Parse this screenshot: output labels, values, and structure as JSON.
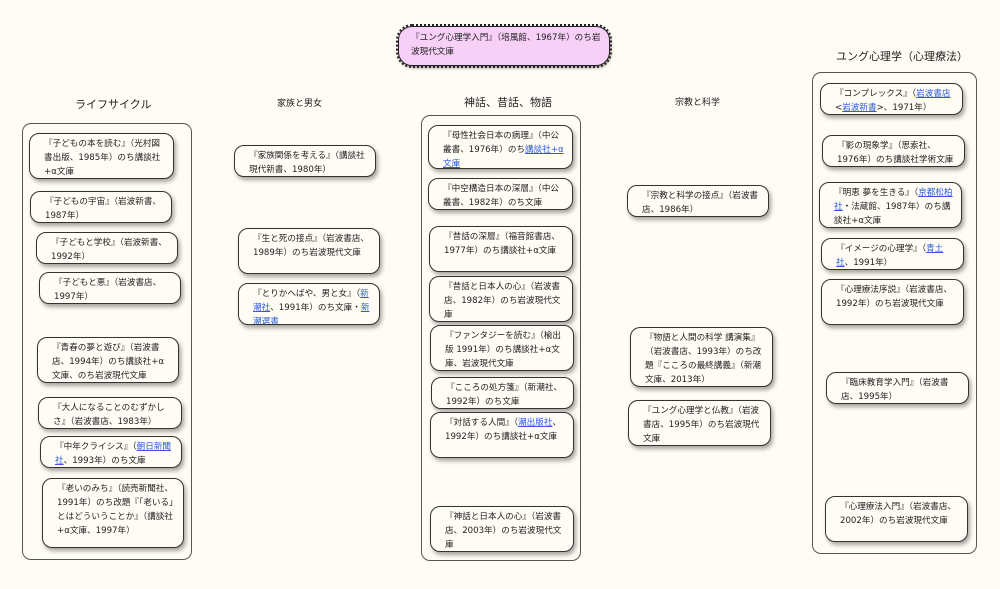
{
  "root": {
    "segments": [
      {
        "text": "『ユング心理学入門』（"
      },
      {
        "text": "培風館",
        "link": true
      },
      {
        "text": "、1967年）のち"
      },
      {
        "text": "岩波現代文庫",
        "link": true
      }
    ]
  },
  "categories": [
    {
      "title": "ライフサイクル",
      "nodes": [
        {
          "segments": [
            {
              "text": "『子どもの本を読む』（光村図書出版、1985年）のち講談社+α文庫"
            }
          ]
        },
        {
          "segments": [
            {
              "text": "『子どもの宇宙』（岩波新書、1987年）"
            }
          ]
        },
        {
          "segments": [
            {
              "text": "『子どもと学校』（岩波新書、1992年）"
            }
          ]
        },
        {
          "segments": [
            {
              "text": "『子どもと悪』（岩波書店、1997年）"
            }
          ]
        },
        {
          "segments": [
            {
              "text": "『青春の夢と遊び』（岩波書店、1994年）のち講談社+α文庫、のち岩波現代文庫"
            }
          ]
        },
        {
          "segments": [
            {
              "text": "『大人になることのむずかしさ』（岩波書店、1983年）"
            }
          ]
        },
        {
          "segments": [
            {
              "text": "『中年クライシス』（"
            },
            {
              "text": "朝日新聞社",
              "link": true
            },
            {
              "text": "、1993年）のち文庫"
            }
          ]
        },
        {
          "segments": [
            {
              "text": "『老いのみち』（読売新聞社、1991年）のち改題『「老いる」とはどういうことか』（講談社+α文庫、1997年）"
            }
          ]
        }
      ]
    },
    {
      "title": "家族と男女",
      "nodes": [
        {
          "segments": [
            {
              "text": "『家族関係を考える』（講談社現代新書、1980年）"
            }
          ]
        },
        {
          "segments": [
            {
              "text": "『生と死の接点』（岩波書店、1989年）のち岩波現代文庫"
            }
          ]
        },
        {
          "segments": [
            {
              "text": "『とりかへばや、男と女』（"
            },
            {
              "text": "新潮社",
              "link": true
            },
            {
              "text": "、1991年）のち文庫・"
            },
            {
              "text": "新潮選書",
              "link": true
            }
          ]
        }
      ]
    },
    {
      "title": "神話、昔話、物語",
      "nodes": [
        {
          "segments": [
            {
              "text": "『母性社会日本の病理』（中公叢書、1976年）のち"
            },
            {
              "text": "講談社+α文庫",
              "link": true
            }
          ]
        },
        {
          "segments": [
            {
              "text": "『中空構造日本の深層』（中公叢書、1982年）のち文庫"
            }
          ]
        },
        {
          "segments": [
            {
              "text": "『昔話の深層』（福音館書店、1977年）のち講談社+α文庫"
            }
          ]
        },
        {
          "segments": [
            {
              "text": "『昔話と日本人の心』（岩波書店、1982年）のち岩波現代文庫"
            }
          ]
        },
        {
          "segments": [
            {
              "text": "『ファンタジーを読む』（楡出版 1991年）のち講談社+α文庫、岩波現代文庫"
            }
          ]
        },
        {
          "segments": [
            {
              "text": "『こころの処方箋』（新潮社、1992年）のち文庫"
            }
          ]
        },
        {
          "segments": [
            {
              "text": "『対話する人間』（"
            },
            {
              "text": "潮出版社",
              "link": true
            },
            {
              "text": "、1992年）のち講談社+α文庫"
            }
          ]
        },
        {
          "segments": [
            {
              "text": "『神話と日本人の心』（岩波書店、2003年）のち岩波現代文庫"
            }
          ]
        }
      ]
    },
    {
      "title": "宗教と科学",
      "nodes": [
        {
          "segments": [
            {
              "text": "『宗教と科学の接点』（岩波書店、1986年）"
            }
          ]
        },
        {
          "segments": [
            {
              "text": "『物語と人間の科学 講演集』（岩波書店、1993年）のち改題『こころの最終講義』（新潮文庫、2013年）"
            }
          ]
        },
        {
          "segments": [
            {
              "text": "『ユング心理学と仏教』（岩波書店、1995年）のち岩波現代文庫"
            }
          ]
        }
      ]
    },
    {
      "title": "ユング心理学（心理療法）",
      "nodes": [
        {
          "segments": [
            {
              "text": "『コンプレックス』（"
            },
            {
              "text": "岩波書店",
              "link": true
            },
            {
              "text": "<"
            },
            {
              "text": "岩波新書",
              "link": true
            },
            {
              "text": ">、1971年）"
            }
          ]
        },
        {
          "segments": [
            {
              "text": "『影の現象学』（思索社、1976年）のち講談社学術文庫"
            }
          ]
        },
        {
          "segments": [
            {
              "text": "『明恵 夢を生きる』（"
            },
            {
              "text": "京都松柏社",
              "link": true
            },
            {
              "text": "・法蔵館、1987年）のち講談社+α文庫"
            }
          ]
        },
        {
          "segments": [
            {
              "text": "『イメージの心理学』（"
            },
            {
              "text": "青土社",
              "link": true
            },
            {
              "text": "、1991年）"
            }
          ]
        },
        {
          "segments": [
            {
              "text": "『心理療法序説』（岩波書店、1992年）のち岩波現代文庫"
            }
          ]
        },
        {
          "segments": [
            {
              "text": "『臨床教育学入門』（岩波書店、1995年）"
            }
          ]
        },
        {
          "segments": [
            {
              "text": "『心理療法入門』（岩波書店、2002年）のち岩波現代文庫"
            }
          ]
        }
      ]
    }
  ],
  "colors": {
    "background": "#fffcf5",
    "root_fill": "#f7d0f7",
    "link": "#2a5bd7"
  }
}
